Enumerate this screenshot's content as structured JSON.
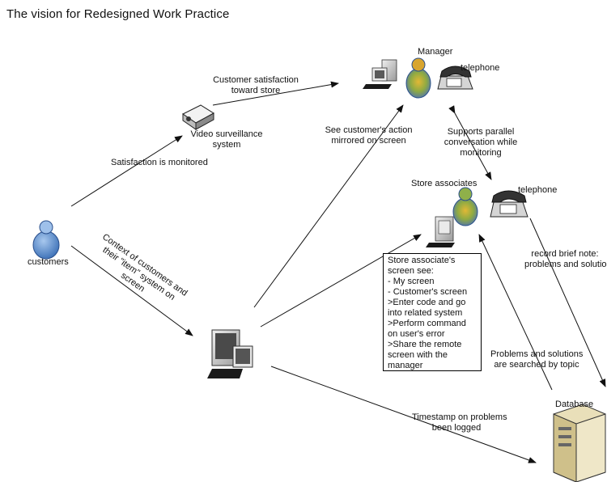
{
  "title": "The vision for Redesigned Work Practice",
  "nodes": {
    "manager": "Manager",
    "manager_phone": "telephone",
    "store_associates": "Store associates",
    "associate_phone": "telephone",
    "customers": "customers",
    "video_line1": "Video surveillance",
    "video_line2": "system",
    "database": "Database"
  },
  "edges": {
    "satisfaction_monitored": "Satisfaction is monitored",
    "cust_sat_line1": "Customer satisfaction",
    "cust_sat_line2": "toward store",
    "mirror_line1": "See customer's action",
    "mirror_line2": "mirrored on screen",
    "parallel_line1": "Supports parallel",
    "parallel_line2": "conversation while",
    "parallel_line3": "monitoring",
    "context_line1": "Context of customers and",
    "context_line2": "their \"item\" system on",
    "context_line3": "screen",
    "note_line1": "record brief note:",
    "note_line2": "problems and solutions",
    "search_line1": "Problems and solutions",
    "search_line2": "are searched by topic",
    "timestamp_line1": "Timestamp on problems",
    "timestamp_line2": "been logged"
  },
  "screen_box": {
    "lines": [
      "Store associate's",
      "screen see:",
      "- My screen",
      "- Customer's screen",
      ">Enter code and go",
      "into related system",
      ">Perform command",
      "on user's error",
      ">Share the remote",
      "screen with the",
      "manager"
    ]
  }
}
